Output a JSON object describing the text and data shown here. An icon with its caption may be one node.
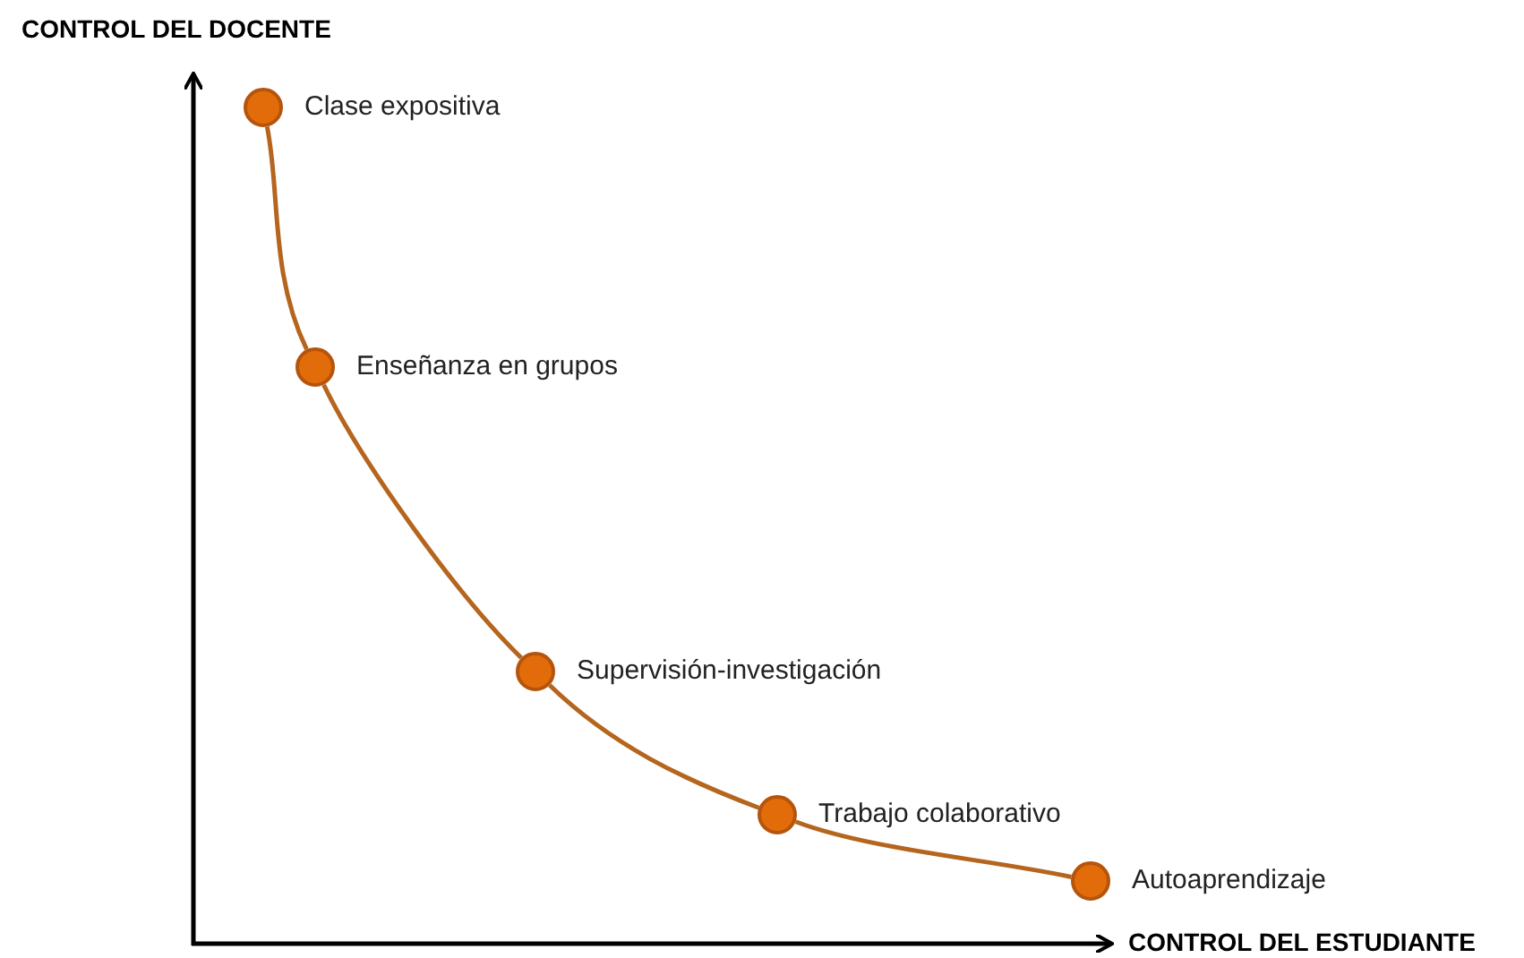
{
  "diagram": {
    "nodes": [
      {
        "text": [],
        "shape": "circle",
        "beside": [
          "Clase expositiva"
        ]
      },
      {
        "text": [],
        "shape": "circle",
        "beside": [
          "Enseñanza en grupos"
        ]
      },
      {
        "text": [],
        "shape": "circle",
        "beside": [
          "Supervisión-investigación"
        ]
      },
      {
        "text": [],
        "shape": "circle",
        "beside": [
          "Trabajo colaborativo"
        ]
      },
      {
        "text": [],
        "shape": "circle",
        "beside": [
          "Autoaprendizaje"
        ]
      }
    ],
    "edges": [
      {
        "from": 0,
        "to": 1,
        "arrow": "none"
      },
      {
        "from": 1,
        "to": 2,
        "arrow": "none"
      },
      {
        "from": 2,
        "to": 3,
        "arrow": "none"
      },
      {
        "from": 3,
        "to": 4,
        "arrow": "none"
      }
    ],
    "labels": [
      "CONTROL DEL DOCENTE",
      "CONTROL DEL ESTUDIANTE"
    ]
  }
}
